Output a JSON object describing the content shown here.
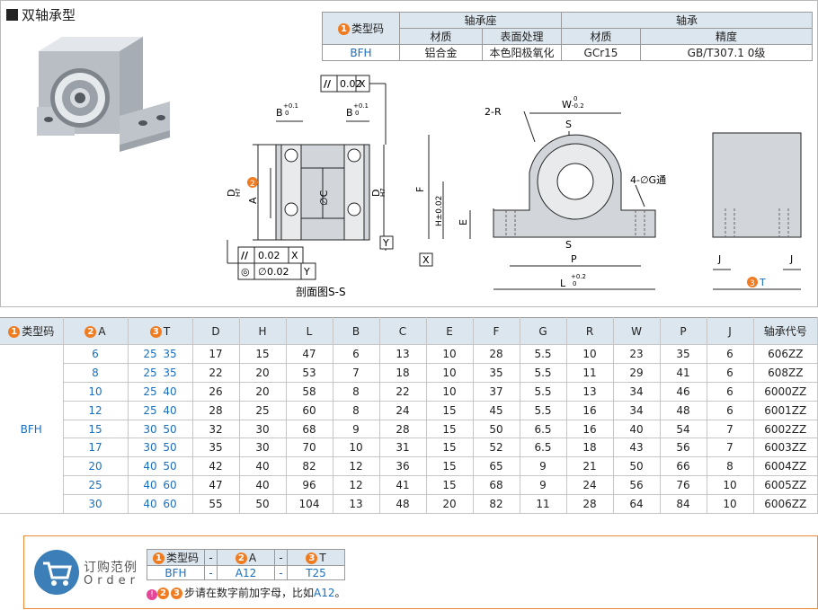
{
  "title": "双轴承型",
  "spec_table": {
    "type_code_label": "类型码",
    "type_code_num": "1",
    "bearing_seat": "轴承座",
    "bearing": "轴承",
    "material": "材质",
    "surface": "表面处理",
    "material2": "材质",
    "precision": "精度",
    "type_value": "BFH",
    "seat_material": "铝合金",
    "seat_surface": "本色阳极氧化",
    "bearing_material": "GCr15",
    "bearing_precision": "GB/T307.1 0级"
  },
  "drawing": {
    "section_caption": "剖面图S-S",
    "tol_parallel": "0.02",
    "datum_x": "X",
    "datum_y": "Y",
    "tol_parallel2": "0.02",
    "tol_concentric": "0.02",
    "parallel_sym": "//",
    "concentric_sym": "◎",
    "diameter_sym": "∅",
    "b_label": "B",
    "b_tol_upper": "+0.1",
    "b_tol_lower": "0",
    "d_label": "D",
    "d_sub": "H7",
    "a_label": "A",
    "c_label": "∅C",
    "a_num": "2",
    "r_label": "2-R",
    "w_label": "W",
    "w_tol_upper": "0",
    "w_tol_lower": "-0.2",
    "s_label": "S",
    "g_label": "4-∅G通",
    "f_label": "F",
    "h_label": "H±0.02",
    "e_label": "E",
    "p_label": "P",
    "l_label": "L",
    "l_tol_upper": "+0.2",
    "l_tol_lower": "0",
    "j_label": "J",
    "t_label": "T",
    "t_num": "3"
  },
  "main_table": {
    "headers": [
      "类型码",
      "A",
      "T",
      "D",
      "H",
      "L",
      "B",
      "C",
      "E",
      "F",
      "G",
      "R",
      "W",
      "P",
      "J",
      "轴承代号"
    ],
    "header_nums": {
      "type": "1",
      "a": "2",
      "t": "3"
    },
    "type_value": "BFH",
    "rows": [
      {
        "A": "6",
        "T1": "25",
        "T2": "35",
        "D": "17",
        "H": "15",
        "L": "47",
        "B": "6",
        "C": "13",
        "E": "10",
        "F": "28",
        "G": "5.5",
        "R": "10",
        "W": "23",
        "P": "35",
        "J": "6",
        "code": "606ZZ"
      },
      {
        "A": "8",
        "T1": "25",
        "T2": "35",
        "D": "22",
        "H": "20",
        "L": "53",
        "B": "7",
        "C": "18",
        "E": "10",
        "F": "35",
        "G": "5.5",
        "R": "11",
        "W": "29",
        "P": "41",
        "J": "6",
        "code": "608ZZ"
      },
      {
        "A": "10",
        "T1": "25",
        "T2": "40",
        "D": "26",
        "H": "20",
        "L": "58",
        "B": "8",
        "C": "22",
        "E": "10",
        "F": "37",
        "G": "5.5",
        "R": "13",
        "W": "34",
        "P": "46",
        "J": "6",
        "code": "6000ZZ"
      },
      {
        "A": "12",
        "T1": "25",
        "T2": "40",
        "D": "28",
        "H": "25",
        "L": "60",
        "B": "8",
        "C": "24",
        "E": "15",
        "F": "45",
        "G": "5.5",
        "R": "16",
        "W": "34",
        "P": "48",
        "J": "6",
        "code": "6001ZZ"
      },
      {
        "A": "15",
        "T1": "30",
        "T2": "50",
        "D": "32",
        "H": "30",
        "L": "68",
        "B": "9",
        "C": "28",
        "E": "15",
        "F": "50",
        "G": "6.5",
        "R": "16",
        "W": "40",
        "P": "54",
        "J": "7",
        "code": "6002ZZ"
      },
      {
        "A": "17",
        "T1": "30",
        "T2": "50",
        "D": "35",
        "H": "30",
        "L": "70",
        "B": "10",
        "C": "31",
        "E": "15",
        "F": "52",
        "G": "6.5",
        "R": "18",
        "W": "43",
        "P": "56",
        "J": "7",
        "code": "6003ZZ"
      },
      {
        "A": "20",
        "T1": "40",
        "T2": "50",
        "D": "42",
        "H": "40",
        "L": "82",
        "B": "12",
        "C": "36",
        "E": "15",
        "F": "65",
        "G": "9",
        "R": "21",
        "W": "50",
        "P": "66",
        "J": "8",
        "code": "6004ZZ"
      },
      {
        "A": "25",
        "T1": "40",
        "T2": "60",
        "D": "47",
        "H": "40",
        "L": "96",
        "B": "12",
        "C": "41",
        "E": "15",
        "F": "68",
        "G": "9",
        "R": "24",
        "W": "56",
        "P": "76",
        "J": "10",
        "code": "6005ZZ"
      },
      {
        "A": "30",
        "T1": "40",
        "T2": "60",
        "D": "55",
        "H": "50",
        "L": "104",
        "B": "13",
        "C": "48",
        "E": "20",
        "F": "82",
        "G": "11",
        "R": "28",
        "W": "64",
        "P": "84",
        "J": "10",
        "code": "6006ZZ"
      }
    ]
  },
  "order": {
    "cn": "订购范例",
    "en": "Order",
    "h_type": "类型码",
    "h_a": "A",
    "h_t": "T",
    "dash": "-",
    "v_type": "BFH",
    "v_a": "A12",
    "v_t": "T25",
    "note_nums": "23",
    "note_text": "步请在数字前加字母，比如",
    "note_example": "A12",
    "note_end": "。"
  },
  "colors": {
    "accent": "#f07c22",
    "header_bg": "#dce6ef",
    "blue": "#1a6fbf",
    "pink": "#e4479a"
  }
}
